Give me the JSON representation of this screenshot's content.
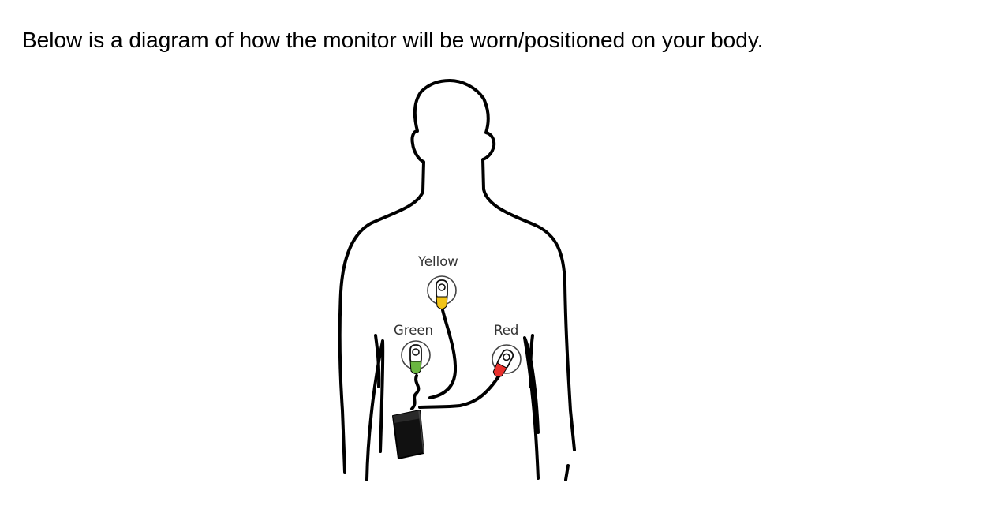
{
  "intro_text": "Below is a diagram of how the monitor will be worn/positioned on your body.",
  "diagram": {
    "electrodes": [
      {
        "label": "Yellow",
        "color": "#f2c418"
      },
      {
        "label": "Green",
        "color": "#6ab640"
      },
      {
        "label": "Red",
        "color": "#e8302c"
      }
    ],
    "icons": {
      "body": "human-torso-outline",
      "device": "holter-monitor-device"
    }
  }
}
